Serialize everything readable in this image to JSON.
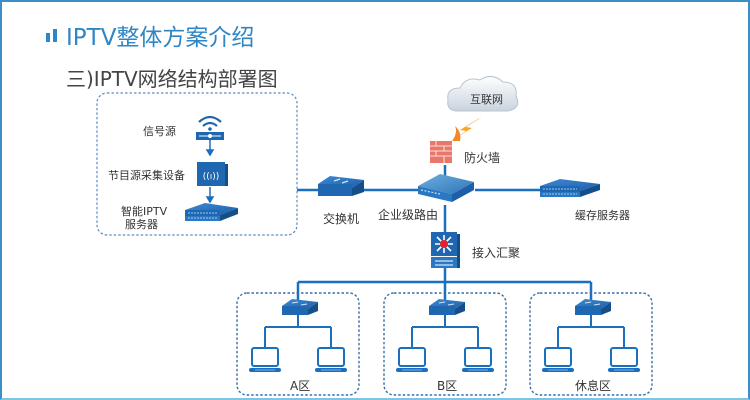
{
  "slide": {
    "title": "IPTV整体方案介绍",
    "subtitle": "三)IPTV网络结构部署图",
    "colors": {
      "accent": "#2f86c4",
      "frame": "#3a8fc6",
      "link": "#1a6fbf",
      "device": "#1f67b0",
      "dashed_border": "#3a6ea8",
      "firewall": "#e05a4a",
      "lightning": "#f5a623",
      "red_dot": "#e8202a"
    }
  },
  "diagram": {
    "source_group": {
      "nodes": [
        {
          "id": "signal-source",
          "label": "信号源",
          "icon": "wifi-signal-icon"
        },
        {
          "id": "capture-device",
          "label": "节目源采集设备",
          "icon": "broadcast-device-icon"
        },
        {
          "id": "iptv-server",
          "label_line1": "智能IPTV",
          "label_line2": "服务器",
          "icon": "server-icon"
        }
      ]
    },
    "core": {
      "internet": {
        "label": "互联网",
        "icon": "cloud-icon"
      },
      "firewall": {
        "label": "防火墙",
        "icon": "firewall-icon"
      },
      "switch": {
        "label": "交换机",
        "icon": "switch-icon"
      },
      "router": {
        "label": "企业级路由",
        "icon": "router-icon"
      },
      "cache_server": {
        "label": "缓存服务器",
        "icon": "server-icon"
      },
      "aggregation": {
        "label": "接入汇聚",
        "icon": "layer3-switch-icon"
      }
    },
    "zones": [
      {
        "id": "zone-a",
        "label": "A区",
        "clients": 2
      },
      {
        "id": "zone-b",
        "label": "B区",
        "clients": 2
      },
      {
        "id": "zone-rest",
        "label": "休息区",
        "clients": 2
      }
    ]
  }
}
